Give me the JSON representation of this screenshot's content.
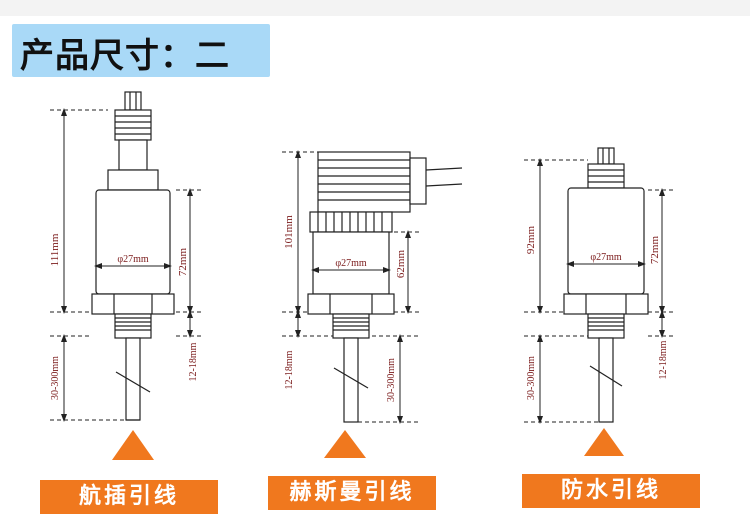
{
  "title": "产品尺寸：二",
  "variants": [
    {
      "name": "航插引线",
      "dims": {
        "total": "111mm",
        "body": "72mm",
        "thread": "12-18mm",
        "probe": "30-300mm",
        "diameter": "φ27mm"
      }
    },
    {
      "name": "赫斯曼引线",
      "dims": {
        "total": "101mm",
        "body": "62mm",
        "thread": "12-18mm",
        "probe": "30-300mm",
        "diameter": "φ27mm"
      }
    },
    {
      "name": "防水引线",
      "dims": {
        "total": "92mm",
        "body": "72mm",
        "thread": "12-18mm",
        "probe": "30-300mm",
        "diameter": "φ27mm"
      }
    }
  ],
  "colors": {
    "label_bg": "#f0781e",
    "triangle": "#f0781e",
    "title_bg": "#a9d9f7",
    "dimension_text": "#7a1a1a"
  }
}
